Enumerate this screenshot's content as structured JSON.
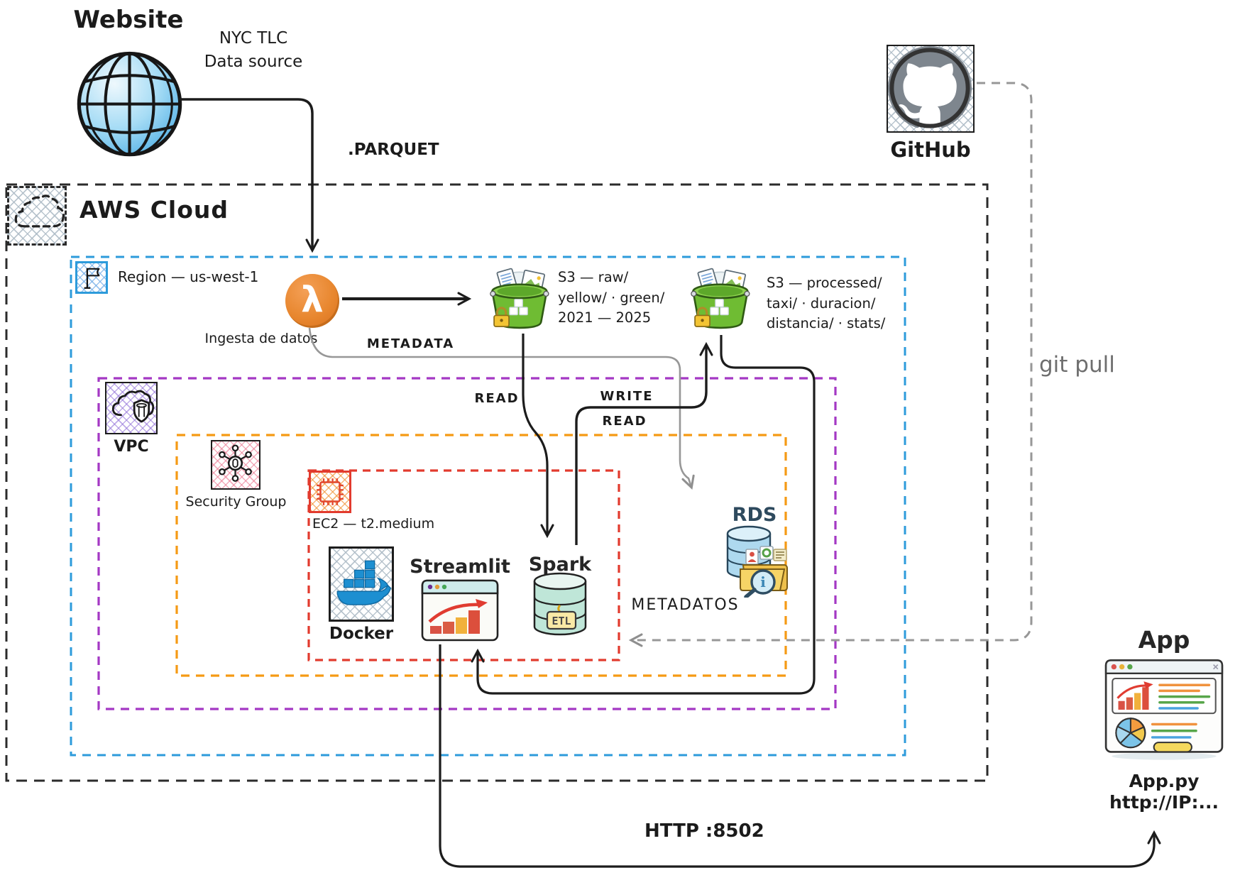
{
  "external": {
    "website": {
      "label": "Website",
      "source_line1": "NYC TLC",
      "source_line2": "Data source"
    },
    "github": {
      "label": "GitHub"
    },
    "app": {
      "label": "App",
      "file": "App.py",
      "url": "http://IP:..."
    }
  },
  "aws": {
    "label": "AWS Cloud",
    "region": {
      "label": "Region — us-west-1"
    },
    "lambda": {
      "glyph": "λ",
      "caption": "Ingesta de datos"
    },
    "s3_raw": {
      "lines": [
        "S3 — raw/",
        "yellow/ · green/",
        "2021 — 2025"
      ]
    },
    "s3_processed": {
      "lines": [
        "S3 — processed/",
        "taxi/ · duracion/",
        "distancia/ · stats/"
      ]
    },
    "vpc": {
      "label": "VPC"
    },
    "security_group": {
      "label": "Security Group"
    },
    "ec2": {
      "label": "EC2 — t2.medium"
    },
    "docker": {
      "label": "Docker"
    },
    "streamlit": {
      "label": "Streamlit"
    },
    "spark": {
      "label": "Spark",
      "badge": "ETL"
    },
    "rds": {
      "label": "RDS",
      "icon_letter": "i",
      "caption": "METADATOS"
    }
  },
  "edges": {
    "parquet": ".PARQUET",
    "metadata": "METADATA",
    "read_raw": "READ",
    "write": "WRITE",
    "read_processed": "READ",
    "git_pull": "git pull",
    "http": "HTTP :8502"
  },
  "colors": {
    "aws_border": "#2b2b2b",
    "region_border": "#2d9bdb",
    "vpc_border": "#a438c4",
    "sg_border": "#f59a14",
    "ec2_border": "#e23b2e",
    "gray_line": "#979797",
    "black_line": "#1c1c1c",
    "lambda_orange": "#e8872f",
    "s3_green": "#6fbc33",
    "docker_blue": "#1d8fd1",
    "spark_teal": "#bfe6d8",
    "rds_blue": "#aed9ef"
  }
}
